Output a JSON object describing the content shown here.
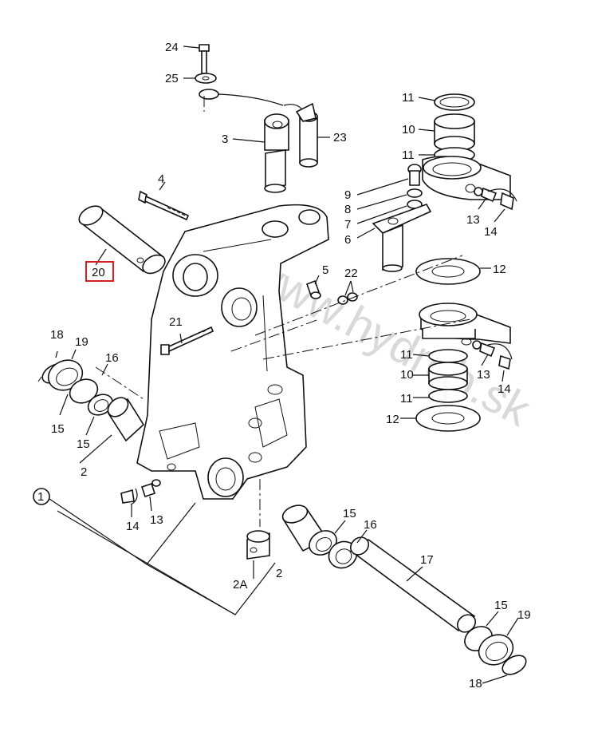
{
  "watermark": "www.hydrob.sk",
  "highlight_label": "20",
  "highlight_color": "#d81e1e",
  "labels": {
    "l24": "24",
    "l25": "25",
    "l3": "3",
    "l23": "23",
    "l11a": "11",
    "l10a": "10",
    "l11b": "11",
    "l9": "9",
    "l8": "8",
    "l7": "7",
    "l6": "6",
    "l13a": "13",
    "l14a": "14",
    "l4": "4",
    "l12a": "12",
    "l5": "5",
    "l22": "22",
    "l21": "21",
    "l11c": "11",
    "l10b": "10",
    "l11d": "11",
    "l12b": "12",
    "l13b": "13",
    "l14b": "14",
    "l18a": "18",
    "l19a": "19",
    "l16a": "16",
    "l15a": "15",
    "l15b": "15",
    "l2a": "2",
    "l1": "1",
    "l14c": "14",
    "l13c": "13",
    "l2A": "2A",
    "l2b": "2",
    "l15c": "15",
    "l16b": "16",
    "l17": "17",
    "l15d": "15",
    "l19b": "19",
    "l18b": "18"
  }
}
